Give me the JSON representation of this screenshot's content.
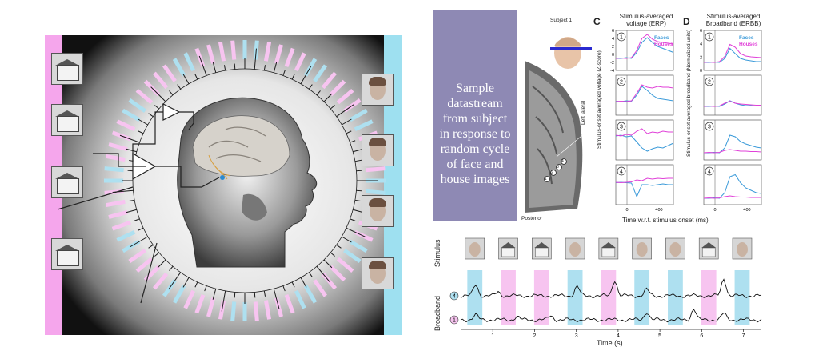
{
  "caption": "Sample datastream from subject in response to random cycle of face and house images",
  "brain_panel": {
    "subject_label": "Subject 1",
    "left_lateral_label": "Left lateral",
    "posterior_label": "Posterior",
    "electrode_numbers": [
      "1",
      "2",
      "3",
      "4"
    ]
  },
  "panel_c": {
    "letter": "C",
    "title": "Stimulus-averaged voltage (ERP)",
    "ylabel": "Stimulus-onset averaged voltage (Z-score)",
    "legend_faces": "Faces",
    "legend_houses": "Houses",
    "rows": [
      "1",
      "2",
      "3",
      "4"
    ],
    "y_ticks": [
      "6",
      "4",
      "2",
      "0",
      "-2",
      "-4"
    ],
    "x_ticks": [
      "0",
      "400"
    ]
  },
  "panel_d": {
    "letter": "D",
    "title": "Stimulus-averaged Broadband (ERBB)",
    "ylabel": "Stimulus-onset averaged broadband (Normalized units)",
    "legend_faces": "Faces",
    "legend_houses": "Houses",
    "rows": [
      "1",
      "2",
      "3",
      "4"
    ],
    "y_ticks": [
      "6",
      "4",
      "2",
      "0"
    ],
    "x_ticks": [
      "0",
      "400"
    ]
  },
  "shared_xlabel": "Time w.r.t. stimulus onset (ms)",
  "timeline": {
    "stimulus_label": "Stimulus",
    "broadband_label": "Broadband",
    "xlabel": "Time (s)",
    "x_ticks": [
      "1",
      "2",
      "3",
      "4",
      "5",
      "6",
      "7"
    ],
    "channels": [
      "4",
      "1"
    ],
    "stimuli": [
      "face",
      "house",
      "house",
      "face",
      "house",
      "face",
      "face",
      "house",
      "face"
    ]
  },
  "colors": {
    "faces": "#3a9ad9",
    "houses": "#e040d8",
    "face_band": "#aee0f0",
    "house_band": "#f7c4f0",
    "caption_bg": "#8e89b4"
  },
  "chart_data": {
    "type": "line",
    "title": "Stimulus-averaged voltage (ERP) / Stimulus-averaged Broadband (ERBB)",
    "xlabel": "Time w.r.t. stimulus onset (ms)",
    "series": [
      {
        "name": "Faces"
      },
      {
        "name": "Houses"
      }
    ]
  }
}
